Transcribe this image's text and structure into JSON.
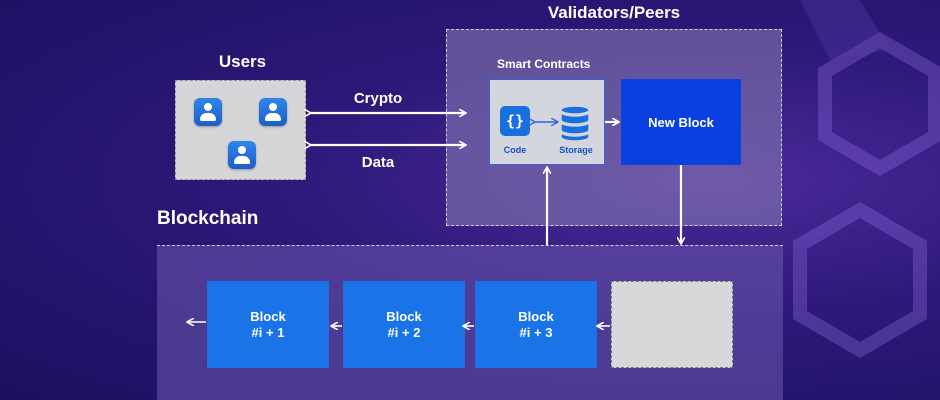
{
  "sections": {
    "users_title": "Users",
    "validators_title": "Validators/Peers",
    "blockchain_title": "Blockchain"
  },
  "edges": {
    "crypto": "Crypto",
    "data": "Data"
  },
  "smart_contracts": {
    "title": "Smart Contracts",
    "code_label": "Code",
    "code_glyph": "{}",
    "storage_label": "Storage"
  },
  "new_block": {
    "label": "New Block"
  },
  "blocks": [
    {
      "line1": "Block",
      "line2": "#i + 1"
    },
    {
      "line1": "Block",
      "line2": "#i + 2"
    },
    {
      "line1": "Block",
      "line2": "#i + 3"
    }
  ],
  "icons": [
    "user-icon",
    "user-icon",
    "user-icon",
    "code-icon",
    "database-icon"
  ],
  "colors": {
    "background": "#2c1878",
    "new_block": "#0a40e0",
    "block": "#1a74e8",
    "icon_blue": "#1a6fe0"
  }
}
